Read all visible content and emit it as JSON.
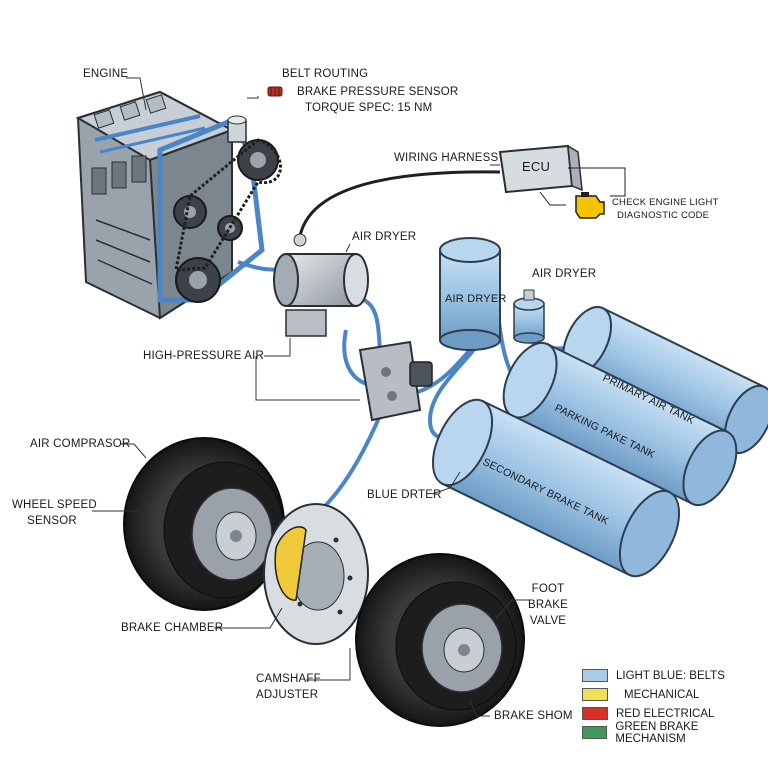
{
  "labels": {
    "engine": "ENGINE",
    "belt_routing": "BELT ROUTING",
    "brake_pressure_sensor": "BRAKE PRESSURE SENSOR",
    "torque_spec": "TORQUE SPEC: 15 NM",
    "wiring_harness": "WIRING HARNESS",
    "ecu": "ECU",
    "check_engine_light": "CHECK ENGINE LIGHT",
    "diagnostic_code": "DIAGNOSTIC CODE",
    "air_dryer_main": "AIR DRYER",
    "air_dryer_tank": "AIR DRYER",
    "air_dryer_small": "AIR DRYER",
    "high_pressure_air": "HIGH-PRESSURE AIR",
    "primary_air_tank": "PRIMARY AIR TANK",
    "parking_tank": "PARKING PAKE TANK",
    "secondary_tank": "SECONDARY BRAKE TANK",
    "air_compressor": "AIR COMPRASOR",
    "wheel_speed_sensor_1": "WHEEL SPEED",
    "wheel_speed_sensor_2": "SENSOR",
    "blue_drter": "BLUE DRTER",
    "brake_chamber": "BRAKE CHAMBER",
    "camshaft_1": "CAMSHAFF",
    "camshaft_2": "ADJUSTER",
    "foot_brake_1": "FOOT",
    "foot_brake_2": "BRAKE",
    "foot_brake_3": "VALVE",
    "brake_shoe": "BRAKE SHOM"
  },
  "legend": [
    {
      "label": "LIGHT BLUE: BELTS",
      "color": "#a9cbe8"
    },
    {
      "label": "MECHANICAL",
      "color": "#f2df55"
    },
    {
      "label": "RED ELECTRICAL",
      "color": "#d6302b"
    },
    {
      "label": "GREEN BRAKE MECHANISM",
      "color": "#3f9a5a"
    }
  ],
  "colors": {
    "tank_fill": "#9cc4e4",
    "tank_stroke": "#2c3e50",
    "air_line": "#4a86c5",
    "metal": "#c9ced3",
    "tire": "#262626",
    "caliper": "#f0c93a",
    "icon_yellow": "#f5c400"
  }
}
